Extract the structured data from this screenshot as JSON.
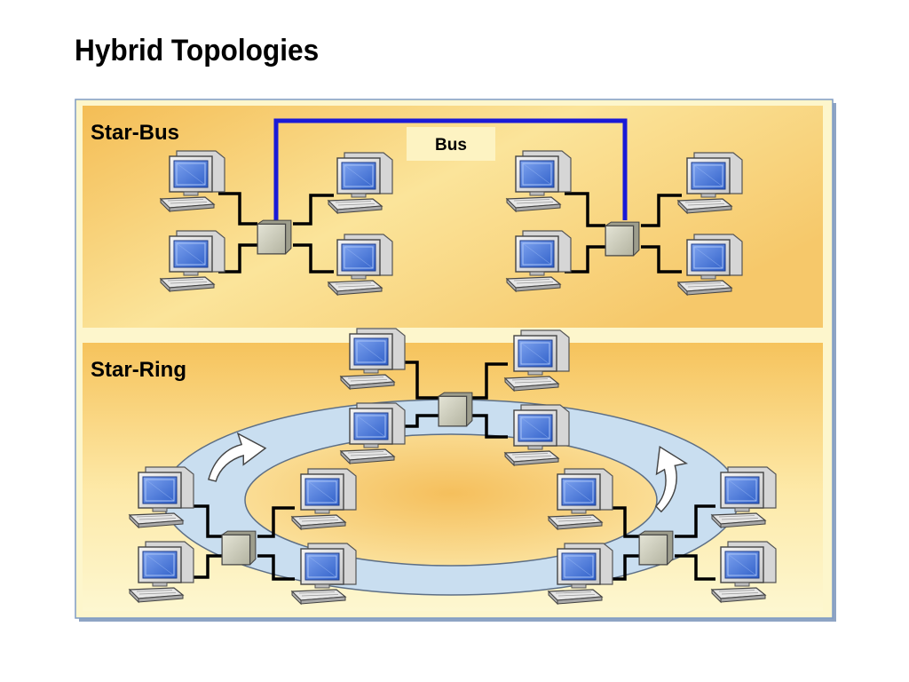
{
  "title": "Hybrid Topologies",
  "panels": {
    "star_bus": {
      "label": "Star-Bus",
      "bus_label": "Bus"
    },
    "star_ring": {
      "label": "Star-Ring"
    }
  },
  "colors": {
    "bus_line": "#1a1ad6",
    "background_warm": "#f6c35c",
    "background_light": "#fdf3b4",
    "ring": "#c9def0",
    "hub": "#cfcfbd",
    "computer_screen": "#4a78d8",
    "frame_border": "#7f9cc4"
  },
  "icons": {
    "computer": "computer-icon",
    "hub": "hub-icon",
    "arrow": "ring-direction-arrow"
  }
}
